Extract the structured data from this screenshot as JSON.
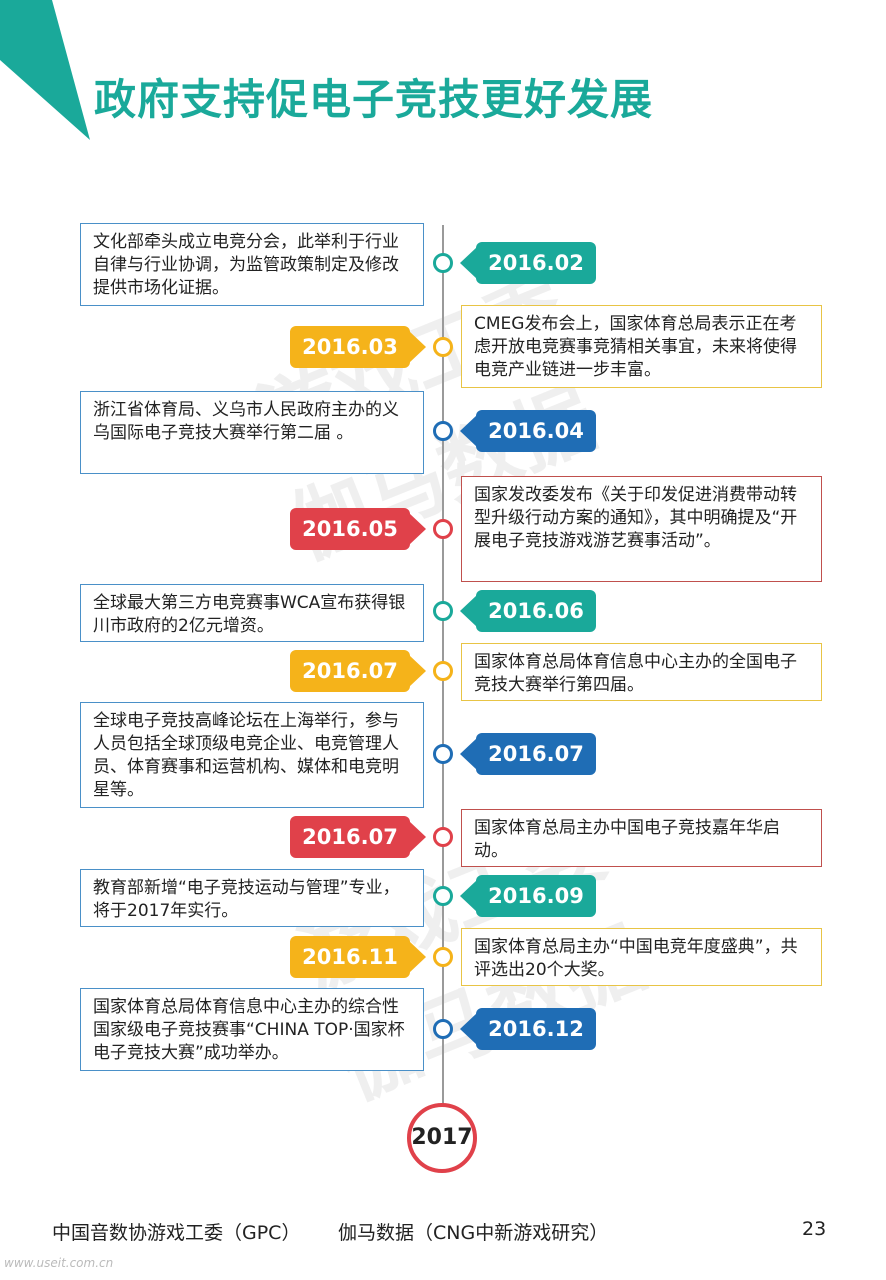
{
  "title": "政府支持促电子竞技更好发展",
  "watermarks": [
    "游戏工委",
    "伽马数据",
    "游戏工委",
    "伽马数据"
  ],
  "colors": {
    "teal": "#1aa99a",
    "yellow": "#f5b31a",
    "blue": "#1f6db5",
    "red": "#e0414a"
  },
  "events": [
    {
      "date": "2016.02",
      "color": "teal",
      "text": "文化部牵头成立电竞分会，此举利于行业自律与行业协调，为监管政策制定及修改提供市场化证据。"
    },
    {
      "date": "2016.03",
      "color": "yellow",
      "text": "CMEG发布会上，国家体育总局表示正在考虑开放电竞赛事竞猜相关事宜，未来将使得电竞产业链进一步丰富。"
    },
    {
      "date": "2016.04",
      "color": "blue",
      "text": "浙江省体育局、义乌市人民政府主办的义乌国际电子竞技大赛举行第二届 。"
    },
    {
      "date": "2016.05",
      "color": "red",
      "text": "国家发改委发布《关于印发促进消费带动转型升级行动方案的通知》，其中明确提及“开展电子竞技游戏游艺赛事活动”。"
    },
    {
      "date": "2016.06",
      "color": "teal",
      "text": "全球最大第三方电竞赛事WCA宣布获得银川市政府的2亿元增资。"
    },
    {
      "date": "2016.07",
      "color": "yellow",
      "text": "国家体育总局体育信息中心主办的全国电子竞技大赛举行第四届。"
    },
    {
      "date": "2016.07",
      "color": "blue",
      "text": "全球电子竞技高峰论坛在上海举行，参与人员包括全球顶级电竞企业、电竞管理人员、体育赛事和运营机构、媒体和电竞明星等。"
    },
    {
      "date": "2016.07",
      "color": "red",
      "text": "国家体育总局主办中国电子竞技嘉年华启动。"
    },
    {
      "date": "2016.09",
      "color": "teal",
      "text": "教育部新增“电子竞技运动与管理”专业，将于2017年实行。"
    },
    {
      "date": "2016.11",
      "color": "yellow",
      "text": "国家体育总局主办“中国电竞年度盛典”，共评选出20个大奖。"
    },
    {
      "date": "2016.12",
      "color": "blue",
      "text": "国家体育总局体育信息中心主办的综合性国家级电子竞技赛事“CHINA TOP·国家杯电子竞技大赛”成功举办。"
    }
  ],
  "end_year": "2017",
  "footer": {
    "left": "中国音数协游戏工委（GPC）",
    "middle": "伽马数据（CNG中新游戏研究）",
    "page": "23"
  },
  "site": "www.useit.com.cn"
}
